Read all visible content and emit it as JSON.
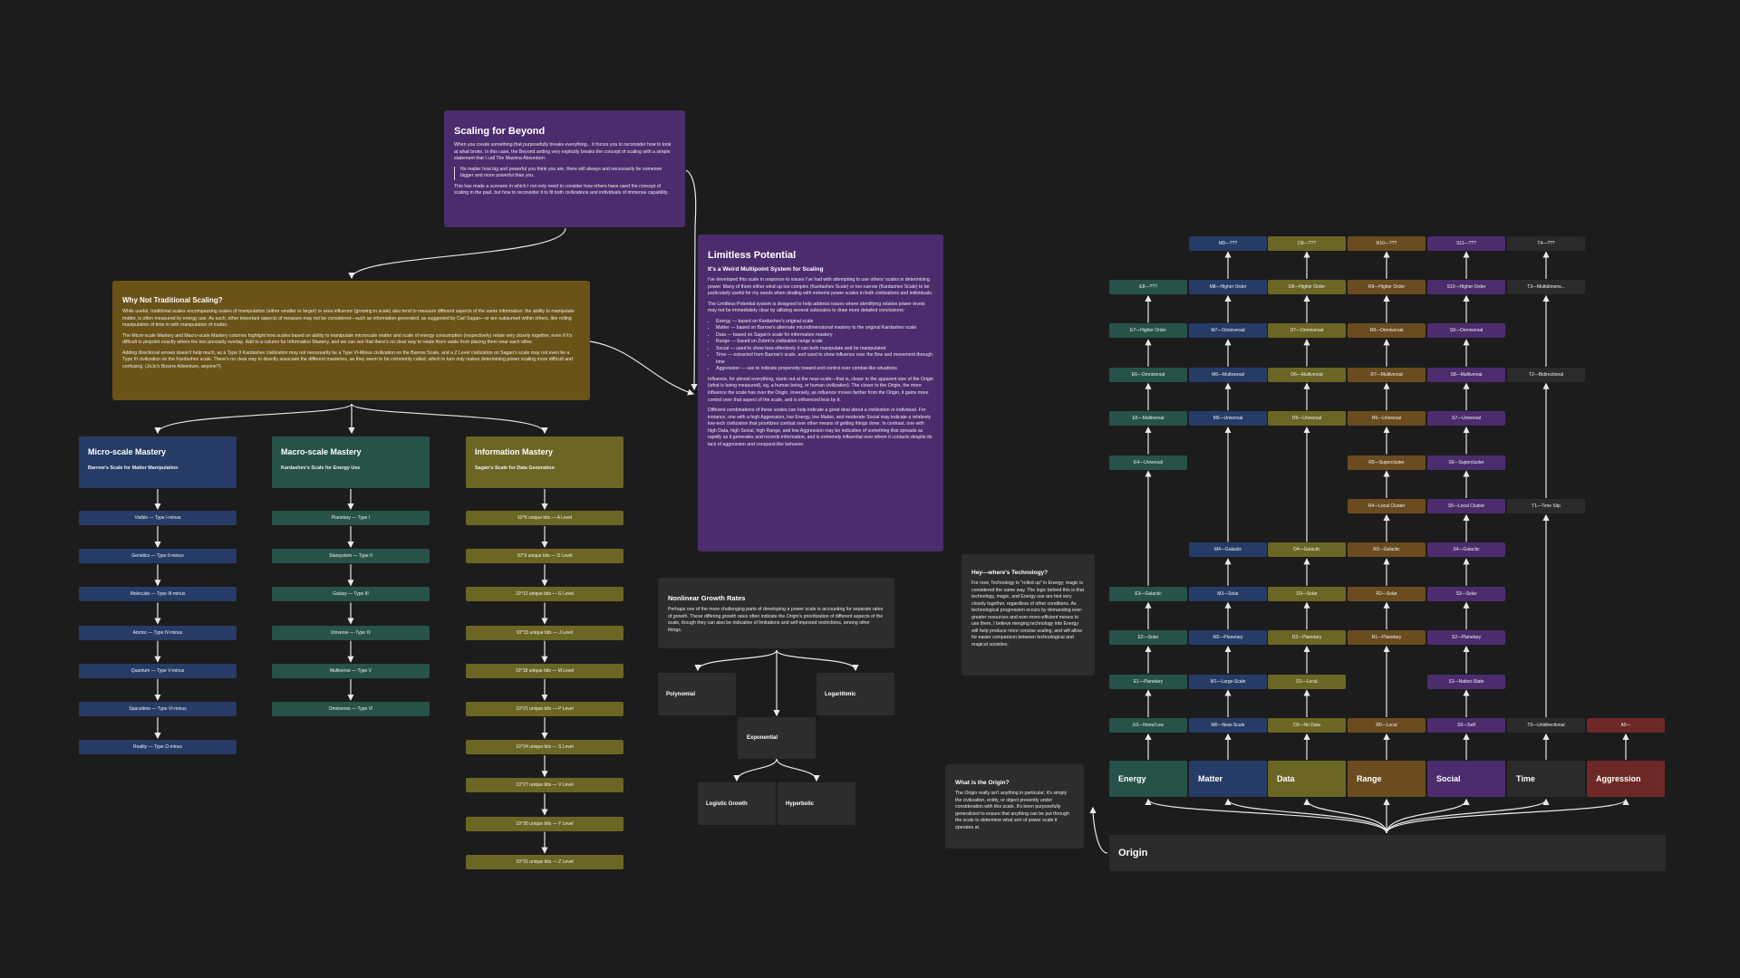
{
  "scaling": {
    "title": "Scaling for Beyond",
    "p1": "When you create something that purposefully breaks everything... it forces you to reconsider how to look at what broke. In this case, the Beyond setting very explicitly breaks the concept of scaling with a simple statement that I call The Maxima Absurdum:",
    "quote": "No matter how big and powerful you think you are, there will always and necessarily be someone bigger and more powerful than you.",
    "p2": "This has made a scenario in which I not only need to consider how others have used the concept of scaling in the past, but how to reconsider it to fit both civilizations and individuals of immense capability."
  },
  "why": {
    "title": "Why Not Traditional Scaling?",
    "p1": "While useful, traditional scales encompassing scales of manipulation (either smaller or larger) or area influence (growing in scale) also tend to measure different aspects of the same information: the ability to manipulate matter, is often measured by energy use. As such, other important aspects of measure may not be considered—such as information generated, as suggested by Carl Sagan—or are subsumed within others, like rolling manipulation of time in with manipulation of matter.",
    "p2": "The Micro-scale Mastery and Macro-scale Mastery columns highlight how scales based on ability to manipulate microscale matter and scale of energy consumption (respectively) relate very closely together, even if it's difficult to pinpoint exactly where the two precisely overlap. Add to a column for Information Mastery, and we can see that there's no clear way to relate them aside from placing them near each other.",
    "p3": "Adding directional arrows doesn't help much, as a Type II Kardashev civilization may not necessarily be a Type VI-Minus civilization on the Barrow Scale, and a Z Level civilization on Sagan's scale may not even be a Type III civilization on the Kardashev scale. There's no clear way to directly associate the different masteries, as they seem to be commonly called, which in turn only makes determining power scaling more difficult and confusing. (JoJo's Bizarre Adventure, anyone?)"
  },
  "limitless": {
    "title": "Limitless Potential",
    "subtitle": "It's a Weird Multipoint System for Scaling",
    "p1": "I've developed this scale in response to issues I've had with attempting to use others' scales in determining power. Many of them either wind up too complex (Kardashev Scale) or too narrow (Kardashev Scale) to be particularly useful for my needs when dealing with extreme power scales in both civilizations and individuals.",
    "p2": "The Limitless Potential system is designed to help address issues where identifying relative power levels may not be immediately clear by utilizing several subscales to draw more detailed conclusions:",
    "bullets": [
      "Energy — based on Kardashev's original scale",
      "Matter — based on Barrow's alternate microdimensional mastery to the original Kardashev scale",
      "Data — based on Sagan's scale for information mastery",
      "Range — based on Zubrin's civilization range scale",
      "Social — used to show how effectively it can both manipulate and be manipulated",
      "Time — extracted from Barrow's scale, and used to show influence over the flow and movement through time",
      "Aggression — use to indicate propensity toward and control over combat-like situations"
    ],
    "p3": "Influence, for almost everything, starts out at the near-scale—that is, closer to the apparent size of the Origin (what is being measured), eg, a human being, or human civilization). The closer to the Origin, the more influence the scale has over the Origin. Inversely, as influence moves farther from the Origin, it gains more control over that aspect of the scale, and is influenced less by it.",
    "p4": "Different combinations of these scales can help indicate a great deal about a civilization or individual. For instance, one with a high Aggression, low Energy, low Matter, and moderate Social may indicate a relatively low-tech civilization that prioritizes combat over other means of getting things done. In contrast, one with high Data, high Social, high Range, and low Aggression may be indicative of something that spreads as rapidly as it generates and records information, and is extremely influential over where it contacts despite its lack of aggression and conquest-like behavior."
  },
  "micro": {
    "title": "Micro-scale Mastery",
    "subtitle": "Barrow's Scale for Matter Manipulation",
    "items": [
      "Visible — Type I-minus",
      "Genetics — Type II-minus",
      "Molecular — Type III-minus",
      "Atomic — Type IV-minus",
      "Quantum — Type V-minus",
      "Spacetime — Type VI-minus",
      "Reality — Type Ω-minus"
    ]
  },
  "macro": {
    "title": "Macro-scale Mastery",
    "subtitle": "Kardashev's Scale for Energy Use",
    "items": [
      "Planetary — Type I",
      "Starsystem — Type II",
      "Galaxy — Type III",
      "Universe — Type IV",
      "Multiverse — Type V",
      "Omniverse — Type VI"
    ]
  },
  "info": {
    "title": "Information Mastery",
    "subtitle": "Sagan's Scale for Data Generation",
    "items": [
      "10^6 unique bits — A Level",
      "10^9 unique bits — D Level",
      "10^12 unique bits — G Level",
      "10^15 unique bits — J Level",
      "10^18 unique bits — M Level",
      "10^21 unique bits — P Level",
      "10^24 unique bits — S Level",
      "10^27 unique bits — V Level",
      "10^30 unique bits — Y Level",
      "10^31 unique bits — Z Level"
    ]
  },
  "nonlinear": {
    "title": "Nonlinear Growth Rates",
    "text": "Perhaps one of the more challenging parts of developing a power scale is accounting for separate rates of growth. These differing growth rates often indicate the Origin's prioritization of different aspects of the scale, though they can also be indicative of limitations and self-imposed restrictions, among other things.",
    "polynomial": "Polynomial",
    "logarithmic": "Logarithmic",
    "exponential": "Exponential",
    "logistic": "Logistic Growth",
    "hyperbolic": "Hyperbolic"
  },
  "tech": {
    "title": "Hey—where's Technology?",
    "text": "For now, Technology is \"rolled up\" in Energy; magic is considered the same way. The logic behind this is that technology, magic, and Energy use are tied very closely together, regardless of other conditions. As technological progression occurs by demanding ever-greater resources and ever-more-efficient means to use them, I believe merging technology into Energy will help produce more concise scaling, and will allow for easier comparison between technological and magical societies."
  },
  "origin_note": {
    "title": "What is the Origin?",
    "text": "The Origin really isn't anything in particular; it's simply the civilization, entity, or object presently under consideration with this scale. It's been purposefully generalized to ensure that anything can be put through the scale to determine what sort of power scale it operates at."
  },
  "origin_label": "Origin",
  "columns": [
    {
      "name": "Energy",
      "color": "teal",
      "items": [
        "E0—None/Low",
        "E1—Planetary",
        "E2—Solar",
        "E3—Galactic",
        null,
        null,
        "E4—Universal",
        "E5—Multiversal",
        "E6—Omniversal",
        "E7—Higher Order",
        "E8—???"
      ]
    },
    {
      "name": "Matter",
      "color": "blue",
      "items": [
        "M0—Near-Scale",
        "M1—Large-Scale",
        "M2—Planetary",
        "M3—Solar",
        "M4—Galactic",
        null,
        null,
        "M5—Universal",
        "M6—Multiversal",
        "M7—Omniversal",
        "M8—Higher Order",
        "M9—???"
      ]
    },
    {
      "name": "Data",
      "color": "olive",
      "items": [
        "D0—No Data",
        "D1—Local",
        "D2—Planetary",
        "D3—Solar",
        "D4—Galactic",
        null,
        null,
        "D5—Universal",
        "D6—Multiversal",
        "D7—Omniversal",
        "D8—Higher Order",
        "D9—???"
      ]
    },
    {
      "name": "Range",
      "color": "rust",
      "items": [
        "R0—Local",
        null,
        "R1—Planetary",
        "R2—Solar",
        "R3—Galactic",
        "R4—Local Cluster",
        "R5—Supercluster",
        "R6—Universal",
        "R7—Multiversal",
        "R8—Omniversal",
        "R9—Higher Order",
        "R10—???"
      ]
    },
    {
      "name": "Social",
      "color": "violet",
      "items": [
        "S0—Self",
        "S1—Nation-State",
        "S2—Planetary",
        "S3—Solar",
        "S4—Galactic",
        "S5—Local Cluster",
        "S6—Supercluster",
        "S7—Universal",
        "S8—Multiversal",
        "S9—Omniversal",
        "S10—Higher Order",
        "S11—???"
      ]
    },
    {
      "name": "Time",
      "color": "gray",
      "items": [
        "T0—Unidirectional",
        null,
        null,
        null,
        null,
        "T1—Time Slip",
        null,
        null,
        "T2—Bidirectional",
        null,
        "T3—Multidimens...",
        "T4—???"
      ]
    },
    {
      "name": "Aggression",
      "color": "red",
      "items": [
        "A0—"
      ]
    }
  ]
}
